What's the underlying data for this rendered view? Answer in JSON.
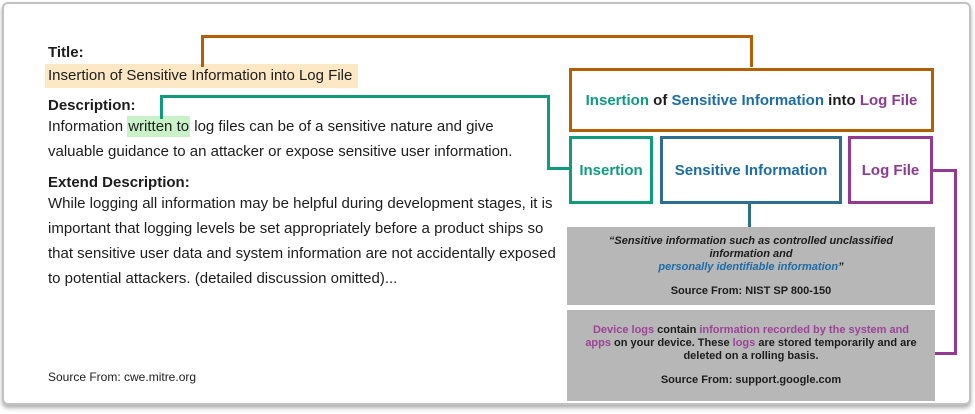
{
  "left": {
    "title_label": "Title:",
    "title_value": "Insertion of Sensitive Information into Log File",
    "description_label": "Description:",
    "description": {
      "pre": "Information ",
      "highlight": "written to",
      "post": " log files can be of a sensitive nature and give valuable guidance to an attacker or expose sensitive user information."
    },
    "extend_label": "Extend Description:",
    "extend_text": "While logging all information may be helpful during development stages, it is important that logging levels be set appropriately before a product ships so that sensitive user data and system information are not accidentally exposed to potential attackers. (detailed discussion omitted)...",
    "source": "Source From: cwe.mitre.org"
  },
  "diagram": {
    "title_box": {
      "part1": "Insertion",
      "part2": " of ",
      "part3": "Sensitive Information",
      "part4": " into ",
      "part5": "Log File"
    },
    "term_boxes": {
      "insertion": "Insertion",
      "sensitive_information": "Sensitive Information",
      "log_file": "Log File"
    },
    "nist_box": {
      "quote_line1": "“Sensitive information such as controlled unclassified information and",
      "quote_highlight": "personally identifiable information",
      "quote_close": "”",
      "source": "Source From: NIST SP 800-150"
    },
    "google_box": {
      "seg1": "Device logs",
      "seg2": " contain ",
      "seg3": "information recorded by the system and apps",
      "seg4": " on your device. These ",
      "seg5": "logs",
      "seg6": " are stored temporarily and are deleted on a rolling basis.",
      "source": "Source From: support.google.com"
    }
  },
  "colors": {
    "orange": "#b45f06",
    "green": "#0f9b7c",
    "teal_text": "#0f9b82",
    "blue_border": "#2d6d91",
    "blue_text": "#1b6ca8",
    "purple_border": "#93398f",
    "purple_text": "#8e3a92",
    "purple_inline": "#9c4398",
    "title_highlight_bg": "#fce8c4",
    "green_highlight_bg": "#c9f2c9",
    "gray_box_bg": "#b7b7b7"
  }
}
